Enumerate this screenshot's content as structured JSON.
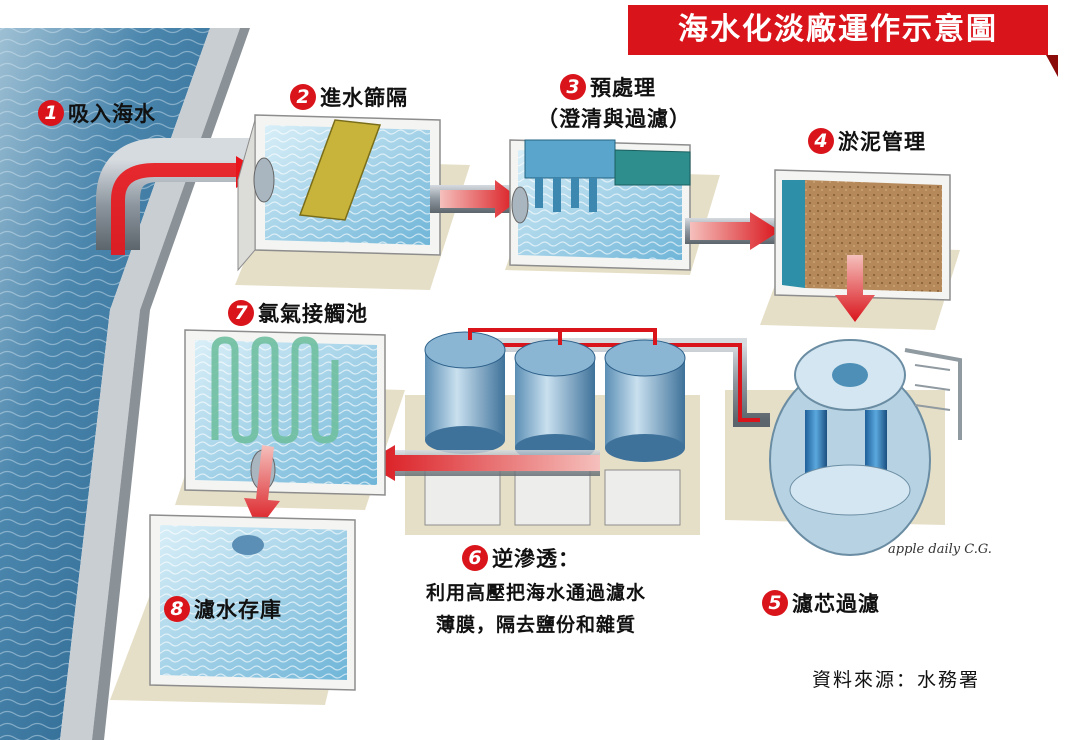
{
  "title": "海水化淡廠運作示意圖",
  "steps": [
    {
      "num": "1",
      "label": "吸入海水"
    },
    {
      "num": "2",
      "label": "進水篩隔"
    },
    {
      "num": "3",
      "label": "預處理",
      "sub": "（澄清與過濾）"
    },
    {
      "num": "4",
      "label": "淤泥管理"
    },
    {
      "num": "5",
      "label": "濾芯過濾"
    },
    {
      "num": "6",
      "label": "逆滲透：",
      "desc_line1": "利用高壓把海水通過濾水",
      "desc_line2": "薄膜，隔去鹽份和雜質"
    },
    {
      "num": "7",
      "label": "氯氣接觸池"
    },
    {
      "num": "8",
      "label": "濾水存庫"
    }
  ],
  "source": "資料來源：水務署",
  "credit": "apple daily C.G.",
  "colors": {
    "accent": "#d9141b",
    "water": "#9fd3ea",
    "tank": "#f1f1ef",
    "sea": "#2c6e97",
    "sludge": "#b58a55"
  }
}
